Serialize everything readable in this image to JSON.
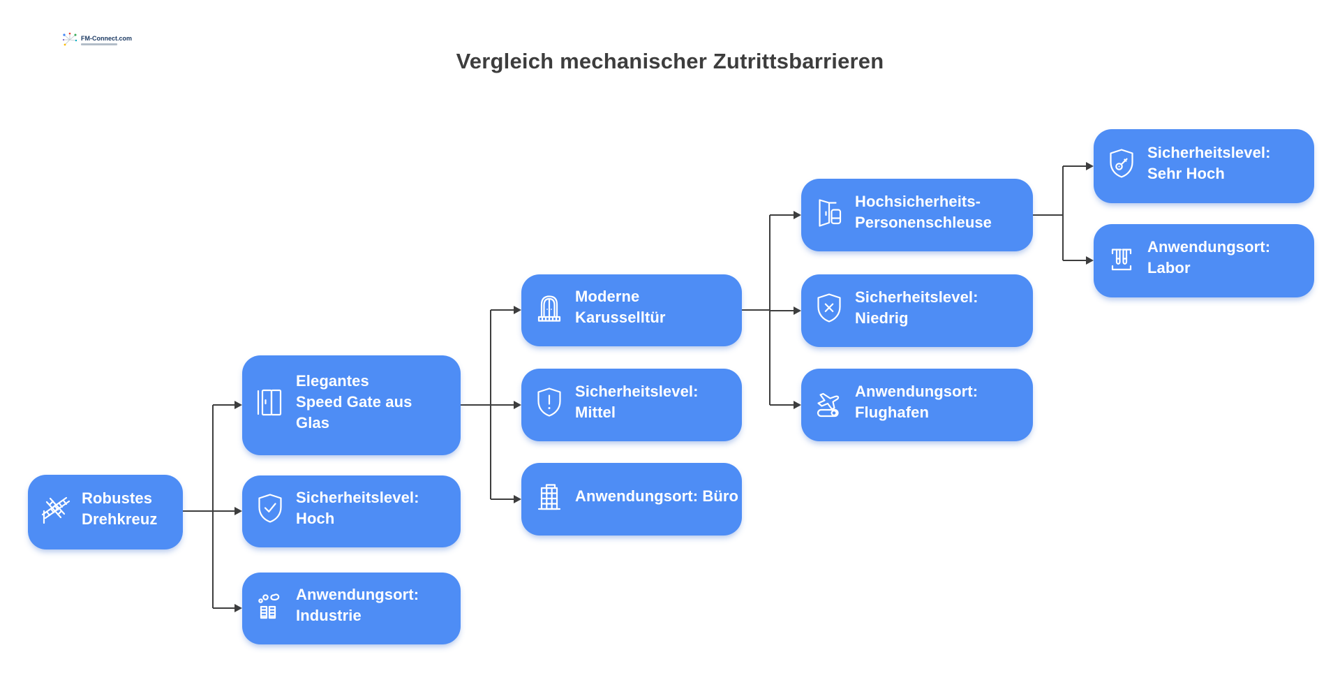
{
  "header": {
    "title": "Vergleich mechanischer Zutrittsbarrieren"
  },
  "logo": {
    "text": "FM-Connect.com"
  },
  "colors": {
    "node_fill": "#4e8df5",
    "node_text": "#ffffff",
    "connector": "#3d3d3d",
    "title_text": "#3d3d3d",
    "background": "#ffffff"
  },
  "diagram": {
    "nodes": [
      {
        "id": "drehkreuz",
        "label": "Robustes\nDrehkreuz",
        "icon": "turnstile-icon"
      },
      {
        "id": "speed-gate",
        "label": "Elegantes\nSpeed Gate aus\nGlas",
        "icon": "speed-gate-icon"
      },
      {
        "id": "level-hoch",
        "label": "Sicherheitslevel:\nHoch",
        "icon": "shield-check-icon"
      },
      {
        "id": "ort-industrie",
        "label": "Anwendungsort:\nIndustrie",
        "icon": "factory-icon"
      },
      {
        "id": "karusselltuer",
        "label": "Moderne\nKarusselltür",
        "icon": "revolving-door-icon"
      },
      {
        "id": "level-mittel",
        "label": "Sicherheitslevel:\nMittel",
        "icon": "shield-exclamation-icon"
      },
      {
        "id": "ort-buero",
        "label": "Anwendungsort: Büro",
        "icon": "office-building-icon"
      },
      {
        "id": "personenschleuse",
        "label": "Hochsicherheits-\nPersonenschleuse",
        "icon": "airlock-door-icon"
      },
      {
        "id": "level-niedrig",
        "label": "Sicherheitslevel:\nNiedrig",
        "icon": "shield-x-icon"
      },
      {
        "id": "ort-flughafen",
        "label": "Anwendungsort:\nFlughafen",
        "icon": "airplane-icon"
      },
      {
        "id": "level-sehr-hoch",
        "label": "Sicherheitslevel:\nSehr Hoch",
        "icon": "shield-key-icon"
      },
      {
        "id": "ort-labor",
        "label": "Anwendungsort:\nLabor",
        "icon": "test-tubes-icon"
      }
    ],
    "edges": [
      {
        "from": "drehkreuz",
        "to": "speed-gate"
      },
      {
        "from": "drehkreuz",
        "to": "level-hoch"
      },
      {
        "from": "drehkreuz",
        "to": "ort-industrie"
      },
      {
        "from": "speed-gate",
        "to": "karusselltuer"
      },
      {
        "from": "speed-gate",
        "to": "level-mittel"
      },
      {
        "from": "speed-gate",
        "to": "ort-buero"
      },
      {
        "from": "karusselltuer",
        "to": "personenschleuse"
      },
      {
        "from": "karusselltuer",
        "to": "level-niedrig"
      },
      {
        "from": "karusselltuer",
        "to": "ort-flughafen"
      },
      {
        "from": "personenschleuse",
        "to": "level-sehr-hoch"
      },
      {
        "from": "personenschleuse",
        "to": "ort-labor"
      }
    ]
  }
}
